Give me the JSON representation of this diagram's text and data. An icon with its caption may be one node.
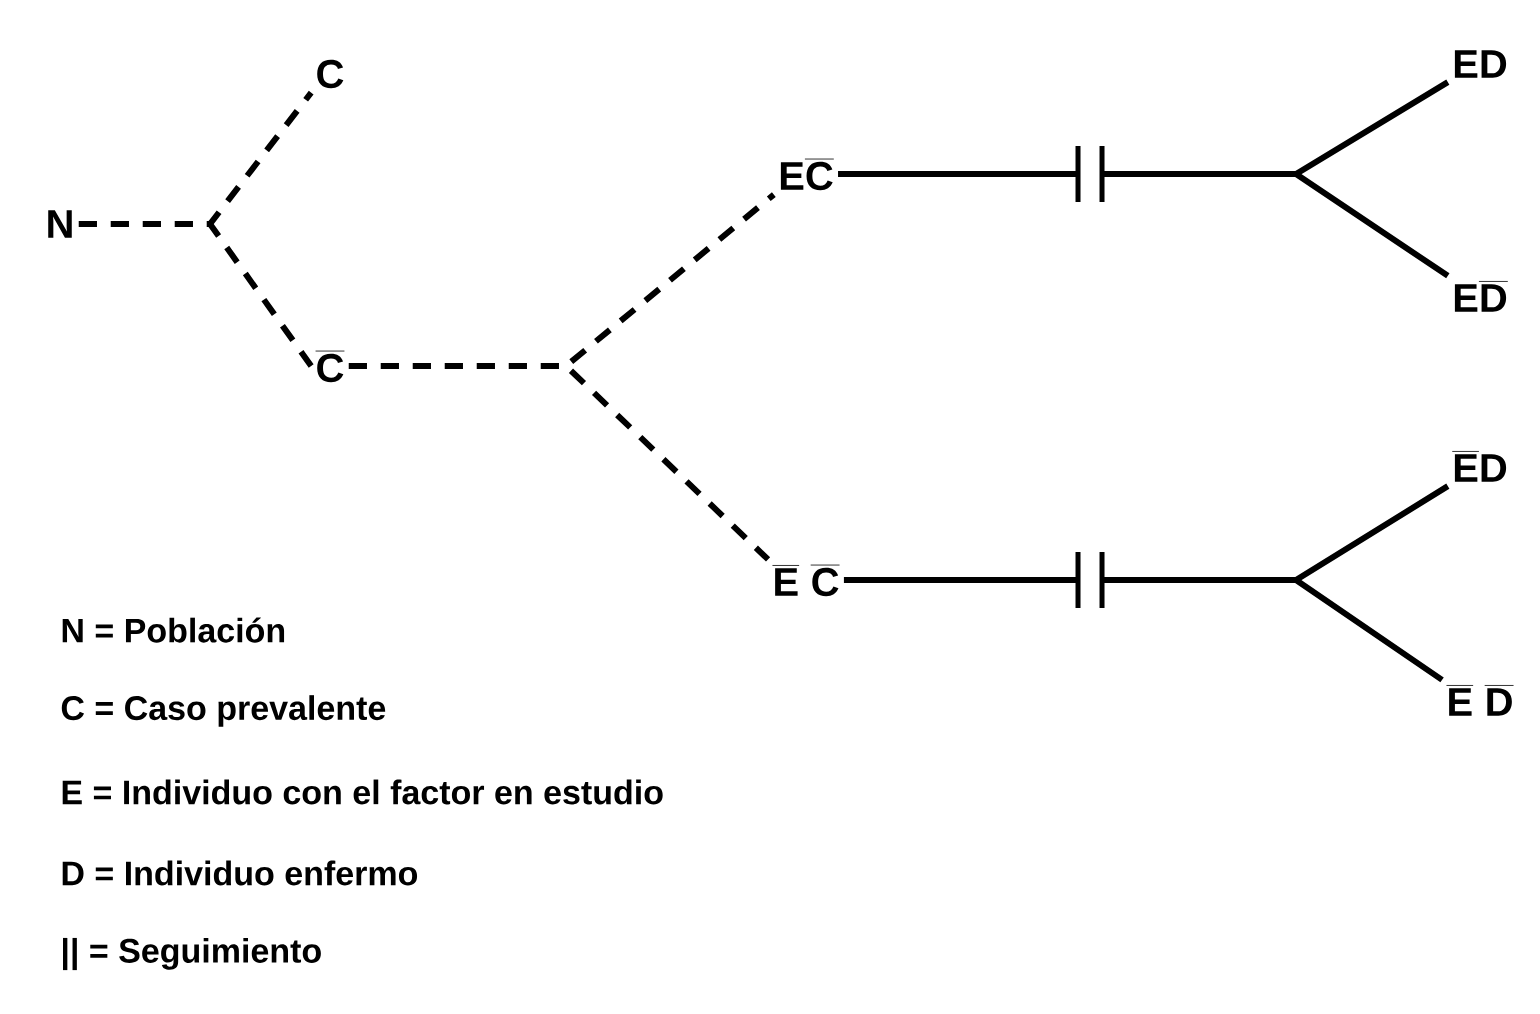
{
  "diagram": {
    "nodes": [
      {
        "text": [
          "\\textbf{N}"
        ]
      },
      {
        "text": [
          "\\textbf{C}"
        ]
      },
      {
        "text": [
          "\\overline{\\textbf{C}}"
        ]
      },
      {
        "text": [
          "\\textbf{E}\\overline{\\textbf{C}}"
        ]
      },
      {
        "text": [
          "\\overline{\\textbf{E}}\\;\\overline{\\textbf{C}}"
        ]
      },
      {
        "text": [
          "\\textbf{ED}"
        ]
      },
      {
        "text": [
          "\\textbf{E}\\overline{\\textbf{D}}"
        ]
      },
      {
        "text": [
          "\\overline{\\textbf{E}}\\textbf{D}"
        ]
      },
      {
        "text": [
          "\\overline{\\textbf{E}}\\;\\overline{\\textbf{D}}"
        ]
      }
    ],
    "edges": [
      {
        "from": 0,
        "to": 1,
        "arrow": "none",
        "style": "dashed"
      },
      {
        "from": 0,
        "to": 2,
        "arrow": "none",
        "style": "dashed"
      },
      {
        "from": 2,
        "to": 3,
        "arrow": "none",
        "style": "dashed"
      },
      {
        "from": 2,
        "to": 4,
        "arrow": "none",
        "style": "dashed"
      },
      {
        "from": 3,
        "to": 5,
        "arrow": "none"
      },
      {
        "from": 3,
        "to": 6,
        "arrow": "none"
      },
      {
        "from": 4,
        "to": 7,
        "arrow": "none"
      },
      {
        "from": 4,
        "to": 8,
        "arrow": "none"
      }
    ],
    "labels": [
      "N = Población",
      "C = Caso prevalente",
      "E = Individuo con el factor en estudio",
      "D = Individuo enfermo",
      "|| = Seguimiento"
    ]
  }
}
